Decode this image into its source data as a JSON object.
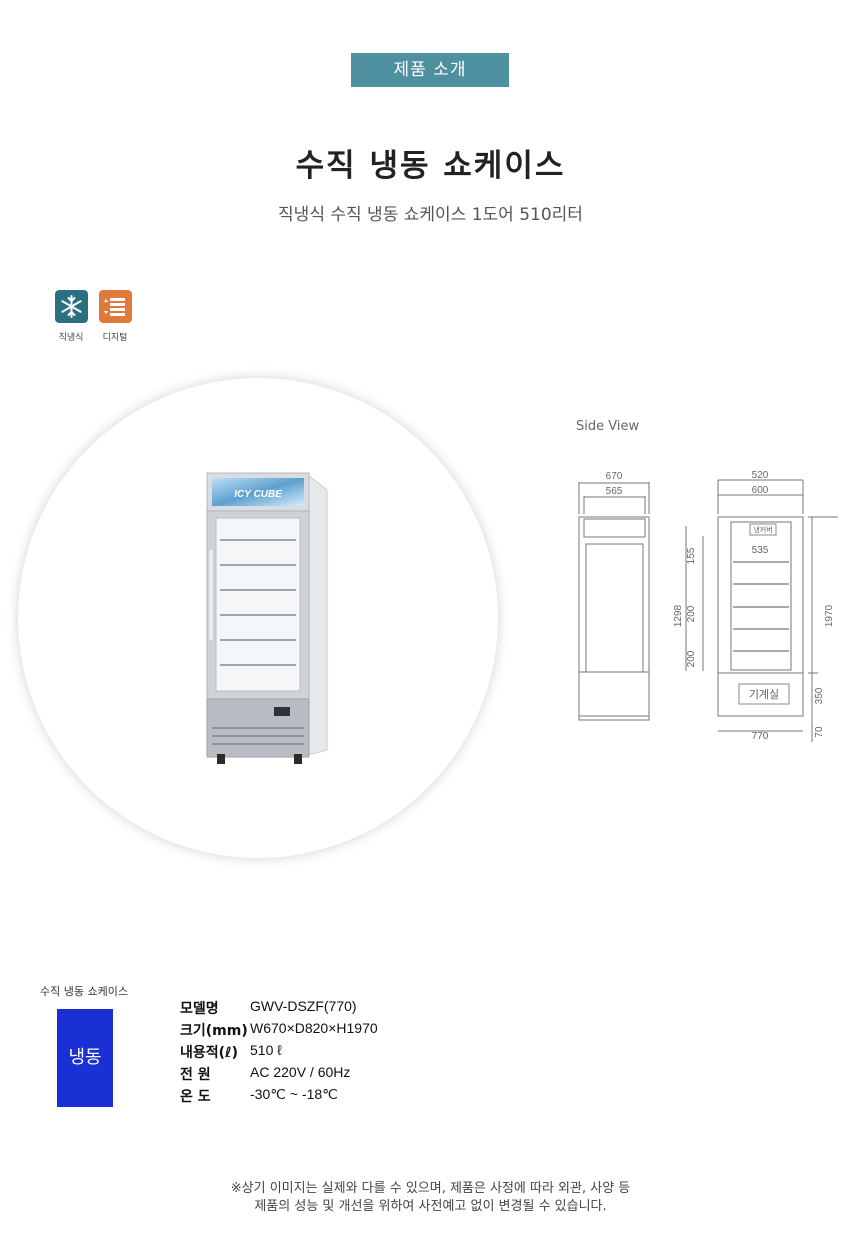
{
  "header": {
    "badge": "제품 소개",
    "title": "수직 냉동 쇼케이스",
    "subtitle": "직냉식 수직 냉동 쇼케이스 1도어 510리터"
  },
  "features": [
    {
      "label": "직냉식",
      "icon": "snowflake-icon",
      "color": "#2a6f82"
    },
    {
      "label": "디지털",
      "icon": "digital-display-icon",
      "color": "#e07a3c"
    }
  ],
  "product_photo": {
    "brand_sign": "ICY CUBE"
  },
  "drawing": {
    "label": "Side View",
    "front": {
      "width_outer": "670",
      "width_inner": "565"
    },
    "side": {
      "depth_top": "520",
      "depth_second": "600",
      "shelf_depth": "535",
      "height_total": "1970",
      "height_door": "1298",
      "dim_155": "155",
      "dim_200a": "200",
      "dim_200b": "200",
      "dim_350": "350",
      "dim_70": "70",
      "depth_bottom": "770",
      "top_tag": "냉커버",
      "machine_room": "기계실"
    }
  },
  "specs": {
    "category": "수직 냉동 쇼케이스",
    "type_box": "냉동",
    "rows": [
      {
        "label": "모델명",
        "value": "GWV-DSZF(770)"
      },
      {
        "label": "크기(mm)",
        "value": "W670×D820×H1970"
      },
      {
        "label": "내용적(ℓ)",
        "value": "510 ℓ"
      },
      {
        "label": "전 원",
        "value": "AC 220V / 60Hz"
      },
      {
        "label": "온 도",
        "value": "-30℃ ~ -18℃"
      }
    ]
  },
  "notice": {
    "line1": "※상기 이미지는 실제와 다를 수 있으며, 제품은 사정에 따라 외관, 사양 등",
    "line2": "제품의 성능 및 개선을 위하여 사전예고 없이 변경될 수 있습니다."
  }
}
